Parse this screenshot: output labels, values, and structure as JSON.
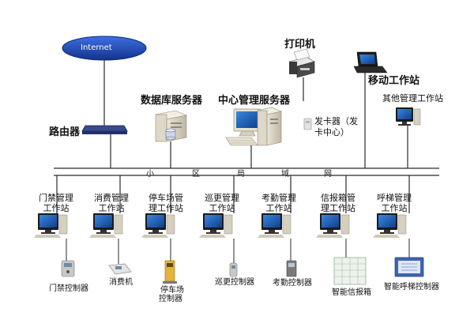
{
  "internet": {
    "label": "Internet"
  },
  "core": {
    "router": "路由器",
    "db_server": "数据库服务器",
    "mgmt_server": "中心管理服务器",
    "printer": "打印机",
    "card_issuer_1": "发卡器（发",
    "card_issuer_2": "卡中心）",
    "mobile_ws": "移动工作站",
    "other_ws": "其他管理工作站"
  },
  "lan": {
    "chars": [
      "小",
      "区",
      "局",
      "域",
      "网"
    ]
  },
  "workstations": [
    {
      "line1": "门禁管理",
      "line2": "工作站"
    },
    {
      "line1": "消费管理",
      "line2": "工作站"
    },
    {
      "line1": "停车场管",
      "line2": "理工作站"
    },
    {
      "line1": "巡更管理",
      "line2": "工作站"
    },
    {
      "line1": "考勤管理",
      "line2": "工作站"
    },
    {
      "line1": "信报箱管",
      "line2": "理工作站"
    },
    {
      "line1": "呼梯管理",
      "line2": "工作站"
    }
  ],
  "devices": [
    {
      "line1": "门禁控制器",
      "line2": ""
    },
    {
      "line1": "消费机",
      "line2": ""
    },
    {
      "line1": "停车场",
      "line2": "控制器"
    },
    {
      "line1": "巡更控制器",
      "line2": ""
    },
    {
      "line1": "考勤控制器",
      "line2": ""
    },
    {
      "line1": "智能信报箱",
      "line2": ""
    },
    {
      "line1": "智能呼梯控制器",
      "line2": ""
    }
  ],
  "colors": {
    "internet_fill": "#1d4bb8",
    "line": "#2a2a2a",
    "screen": "#1e5fb5"
  }
}
